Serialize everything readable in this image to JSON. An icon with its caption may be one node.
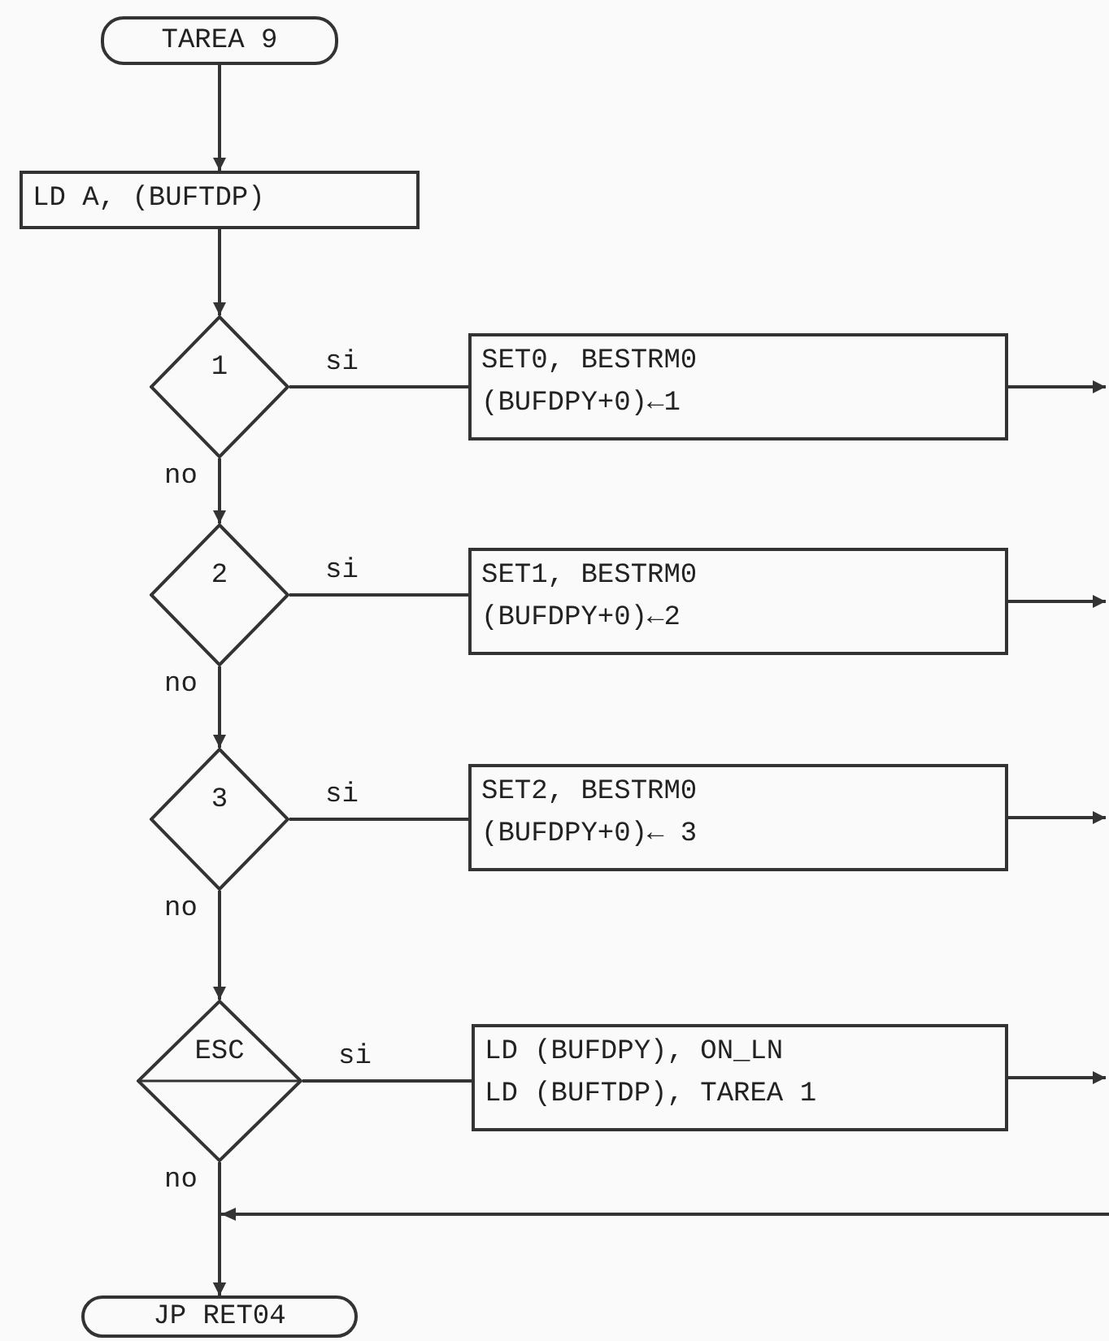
{
  "diagram": {
    "nodes": [
      {
        "text": [
          "TAREA 9"
        ]
      },
      {
        "text": [
          "LD A, (BUFTDP)"
        ]
      },
      {
        "text": [
          "1"
        ]
      },
      {
        "text": [
          "SET0, BESTRM0",
          "(BUFDPY+0)←1"
        ]
      },
      {
        "text": [
          "2"
        ]
      },
      {
        "text": [
          "SET1, BESTRM0",
          "(BUFDPY+0)←2"
        ]
      },
      {
        "text": [
          "3"
        ]
      },
      {
        "text": [
          "SET2, BESTRM0",
          "(BUFDPY+0)← 3"
        ]
      },
      {
        "text": [
          "ESC"
        ]
      },
      {
        "text": [
          "LD (BUFDPY), ON_LN",
          "LD (BUFTDP), TAREA 1"
        ]
      },
      {
        "text": [
          "JP RET04"
        ]
      }
    ],
    "edges": [
      {
        "from": 0,
        "to": 1,
        "arrow": "to"
      },
      {
        "from": 1,
        "to": 2,
        "arrow": "to"
      },
      {
        "from": 2,
        "to": 3,
        "arrow": "none",
        "label": "si"
      },
      {
        "from": 2,
        "to": 4,
        "arrow": "to",
        "label": "no"
      },
      {
        "from": 4,
        "to": 5,
        "arrow": "none",
        "label": "si"
      },
      {
        "from": 4,
        "to": 6,
        "arrow": "to",
        "label": "no"
      },
      {
        "from": 6,
        "to": 7,
        "arrow": "none",
        "label": "si"
      },
      {
        "from": 6,
        "to": 8,
        "arrow": "to",
        "label": "no"
      },
      {
        "from": 8,
        "to": 9,
        "arrow": "none",
        "label": "si"
      },
      {
        "from": 8,
        "to": 10,
        "arrow": "to",
        "label": "no"
      },
      {
        "from": 3,
        "to": null,
        "arrow": "to"
      },
      {
        "from": 5,
        "to": null,
        "arrow": "to"
      },
      {
        "from": 7,
        "to": null,
        "arrow": "to"
      },
      {
        "from": 9,
        "to": null,
        "arrow": "to"
      },
      {
        "from": null,
        "to": 10,
        "arrow": "to"
      }
    ]
  }
}
